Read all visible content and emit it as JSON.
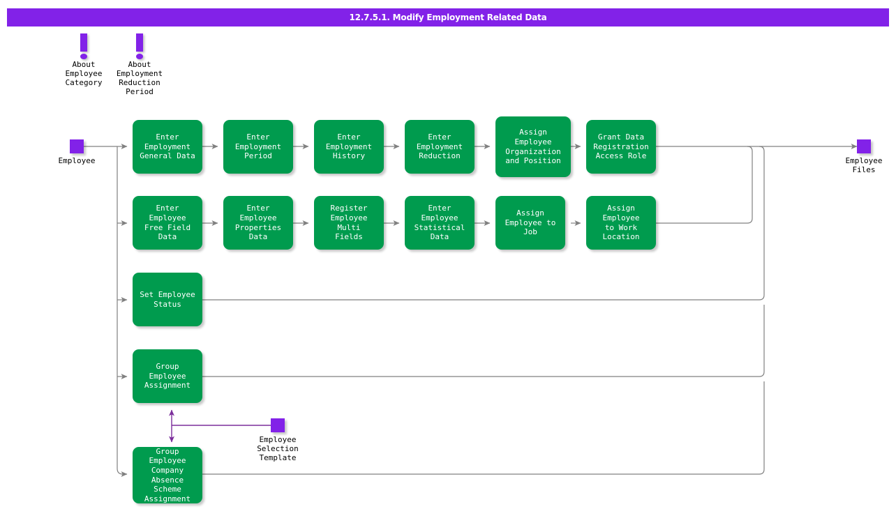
{
  "title": "12.7.5.1. Modify Employment Related Data",
  "colors": {
    "header_purple": "#8222E8",
    "process_green": "#009B4E",
    "terminal_purple": "#8222E8",
    "wire_gray": "#808080",
    "wire_purple": "#7B2D9B",
    "text_white": "#FFFFFF",
    "text_black": "#000000",
    "background": "#FFFFFF"
  },
  "notes": [
    {
      "id": "about-employee-category",
      "label": "About\nEmployee\nCategory",
      "icon": "exclamation-icon"
    },
    {
      "id": "about-employment-reduction-period",
      "label": "About\nEmployment\nReduction\nPeriod",
      "icon": "exclamation-icon"
    }
  ],
  "terminals": [
    {
      "id": "employee",
      "label": "Employee"
    },
    {
      "id": "employee-files",
      "label": "Employee\nFiles"
    },
    {
      "id": "employee-selection-template",
      "label": "Employee\nSelection\nTemplate"
    }
  ],
  "rows": [
    {
      "id": "row-employment",
      "steps": [
        {
          "id": "enter-employment-general-data",
          "label": "Enter\nEmployment\nGeneral Data"
        },
        {
          "id": "enter-employment-period",
          "label": "Enter\nEmployment\nPeriod"
        },
        {
          "id": "enter-employment-history",
          "label": "Enter\nEmployment\nHistory"
        },
        {
          "id": "enter-employment-reduction",
          "label": "Enter\nEmployment\nReduction"
        },
        {
          "id": "assign-employee-organization-and-position",
          "label": "Assign\nEmployee\nOrganization\nand Position"
        },
        {
          "id": "grant-data-registration-access-role",
          "label": "Grant Data\nRegistration\nAccess Role"
        }
      ]
    },
    {
      "id": "row-employee-data",
      "steps": [
        {
          "id": "enter-employee-free-field-data",
          "label": "Enter Employee\nFree Field Data"
        },
        {
          "id": "enter-employee-properties-data",
          "label": "Enter Employee\nProperties Data"
        },
        {
          "id": "register-employee-multi-fields",
          "label": "Register\nEmployee Multi\nFields"
        },
        {
          "id": "enter-employee-statistical-data",
          "label": "Enter Employee\nStatistical Data"
        },
        {
          "id": "assign-employee-to-job",
          "label": "Assign\nEmployee to Job"
        },
        {
          "id": "assign-employee-to-work-location",
          "label": "Assign Employee\nto Work Location"
        }
      ]
    },
    {
      "id": "row-status",
      "steps": [
        {
          "id": "set-employee-status",
          "label": "Set Employee\nStatus"
        }
      ]
    },
    {
      "id": "row-group-assignment",
      "steps": [
        {
          "id": "group-employee-assignment",
          "label": "Group Employee\nAssignment"
        }
      ]
    },
    {
      "id": "row-absence-scheme",
      "steps": [
        {
          "id": "group-employee-company-absence-scheme-assignment",
          "label": "Group Employee\nCompany\nAbsence\nScheme\nAssignment"
        }
      ]
    }
  ]
}
